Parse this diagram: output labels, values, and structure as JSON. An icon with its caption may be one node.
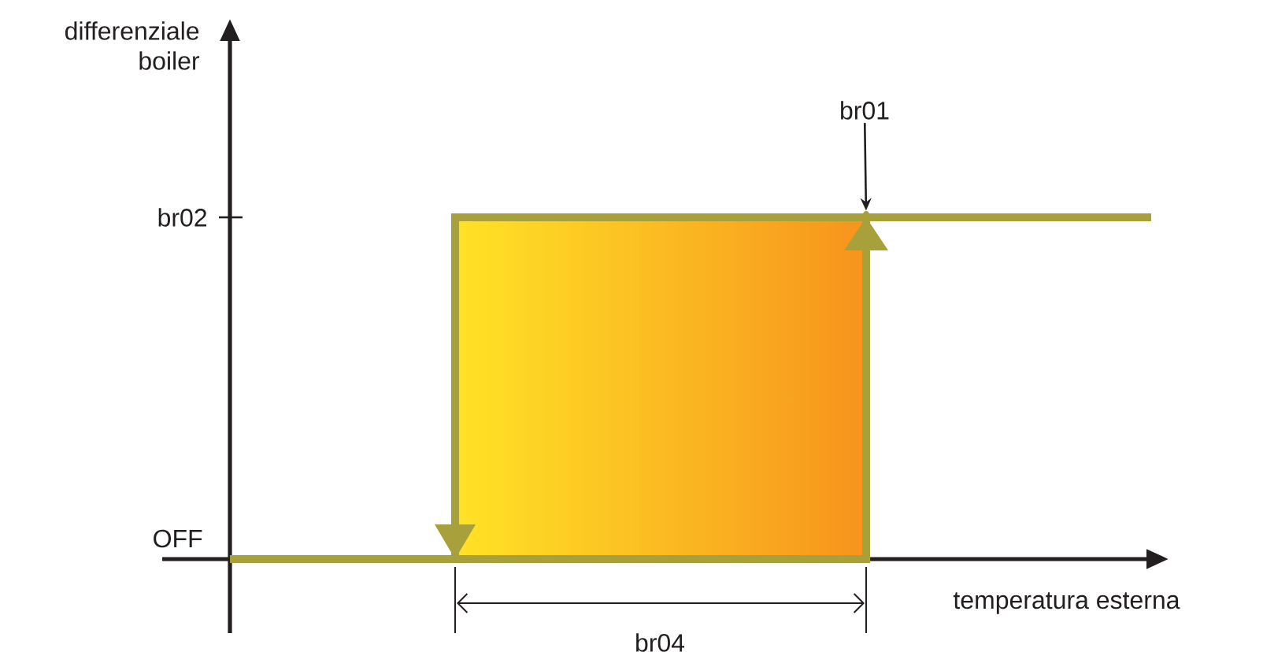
{
  "diagram": {
    "nodes": [
      {
        "text": [
          "br01"
        ]
      },
      {
        "text": [],
        "shape": "point"
      }
    ],
    "edges": [
      {
        "from": 0,
        "to": 1,
        "arrow": "to"
      }
    ],
    "labels": [
      "differenziale boiler",
      "br02",
      "OFF",
      "temperatura esterna",
      "br04"
    ]
  }
}
